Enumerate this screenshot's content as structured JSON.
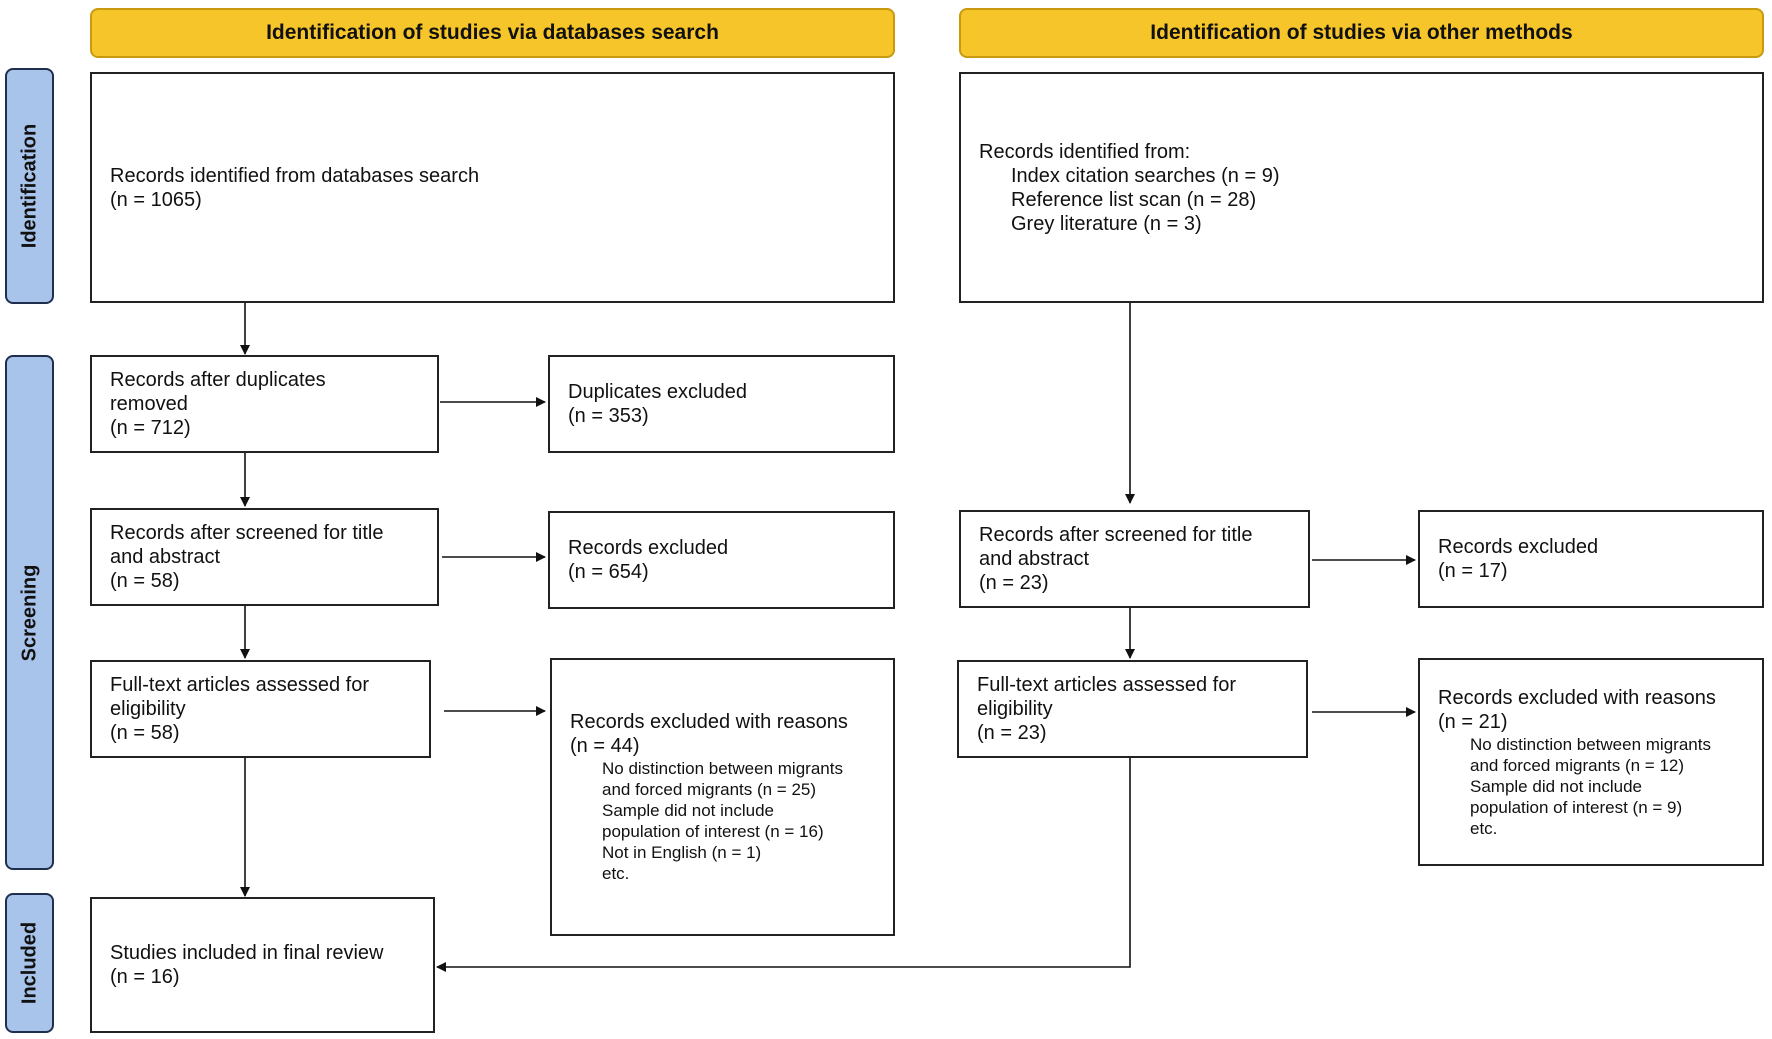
{
  "headers": {
    "databases": "Identification of studies via databases search",
    "other": "Identification of studies via other methods"
  },
  "phases": {
    "identification": "Identification",
    "screening": "Screening",
    "included": "Included"
  },
  "left": {
    "identified": {
      "line1": "Records identified from databases search",
      "line2": "(n = 1065)"
    },
    "after_duplicates": {
      "line1": "Records after duplicates",
      "line2": "removed",
      "line3": "(n = 712)"
    },
    "duplicates_excluded": {
      "line1": "Duplicates excluded",
      "line2": "(n = 353)"
    },
    "screened": {
      "line1": "Records after screened for title",
      "line2": "and abstract",
      "line3": "(n = 58)"
    },
    "records_excluded": {
      "line1": "Records excluded",
      "line2": "(n = 654)"
    },
    "fulltext": {
      "line1": "Full-text articles assessed for",
      "line2": "eligibility",
      "line3": "(n = 58)"
    },
    "excluded_reasons": {
      "line1": "Records excluded with reasons",
      "line2": "(n = 44)",
      "reasons": [
        "No distinction between migrants",
        "and forced migrants (n = 25)",
        "Sample did not include",
        "population of interest (n = 16)",
        "Not in English (n = 1)",
        "etc."
      ]
    },
    "included": {
      "line1": "Studies included in final review",
      "line2": "(n = 16)"
    }
  },
  "right": {
    "identified": {
      "line1": "Records identified from:",
      "items": [
        "Index citation searches (n = 9)",
        "Reference list scan (n = 28)",
        "Grey literature (n = 3)"
      ]
    },
    "screened": {
      "line1": "Records after screened for title",
      "line2": "and abstract",
      "line3": "(n = 23)"
    },
    "records_excluded": {
      "line1": "Records excluded",
      "line2": "(n = 17)"
    },
    "fulltext": {
      "line1": "Full-text articles assessed for",
      "line2": "eligibility",
      "line3": "(n = 23)"
    },
    "excluded_reasons": {
      "line1": "Records excluded with reasons",
      "line2": "(n = 21)",
      "reasons": [
        "No distinction between migrants",
        "and forced migrants (n = 12)",
        "Sample did not include",
        "population of interest (n = 9)",
        "etc."
      ]
    }
  }
}
